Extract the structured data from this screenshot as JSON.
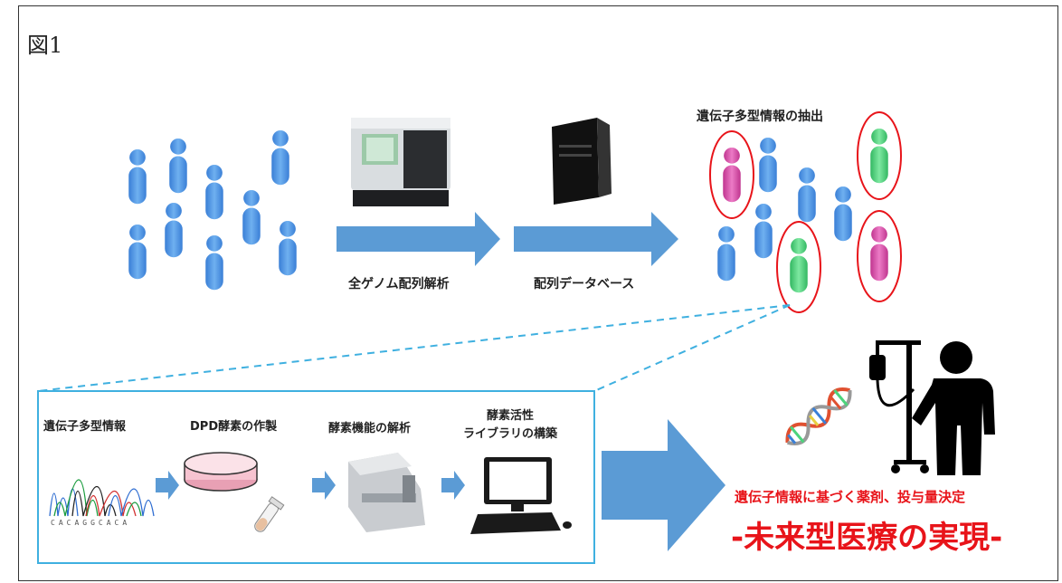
{
  "figure": {
    "title": "図1"
  },
  "top": {
    "label_extract": "遺伝子多型情報の抽出",
    "label_wgs": "全ゲノム配列解析",
    "label_db": "配列データベース"
  },
  "process": {
    "step1": "遺伝子多型情報",
    "step2": "DPD酵素の作製",
    "step3": "酵素機能の解析",
    "step4_line1": "酵素活性",
    "step4_line2": "ライブラリの構築",
    "sequence": "CACAGGCACA"
  },
  "outcome": {
    "subtitle": "遺伝子情報に基づく薬剤、投与量決定",
    "title": "-未来型医療の実現-"
  },
  "colors": {
    "person_blue": "#4a90e2",
    "person_pink": "#d94fa8",
    "person_green": "#4cd47c",
    "arrow_blue": "#5b9bd5",
    "accent_red": "#e8141a",
    "frame_cyan": "#3fb0e0"
  }
}
